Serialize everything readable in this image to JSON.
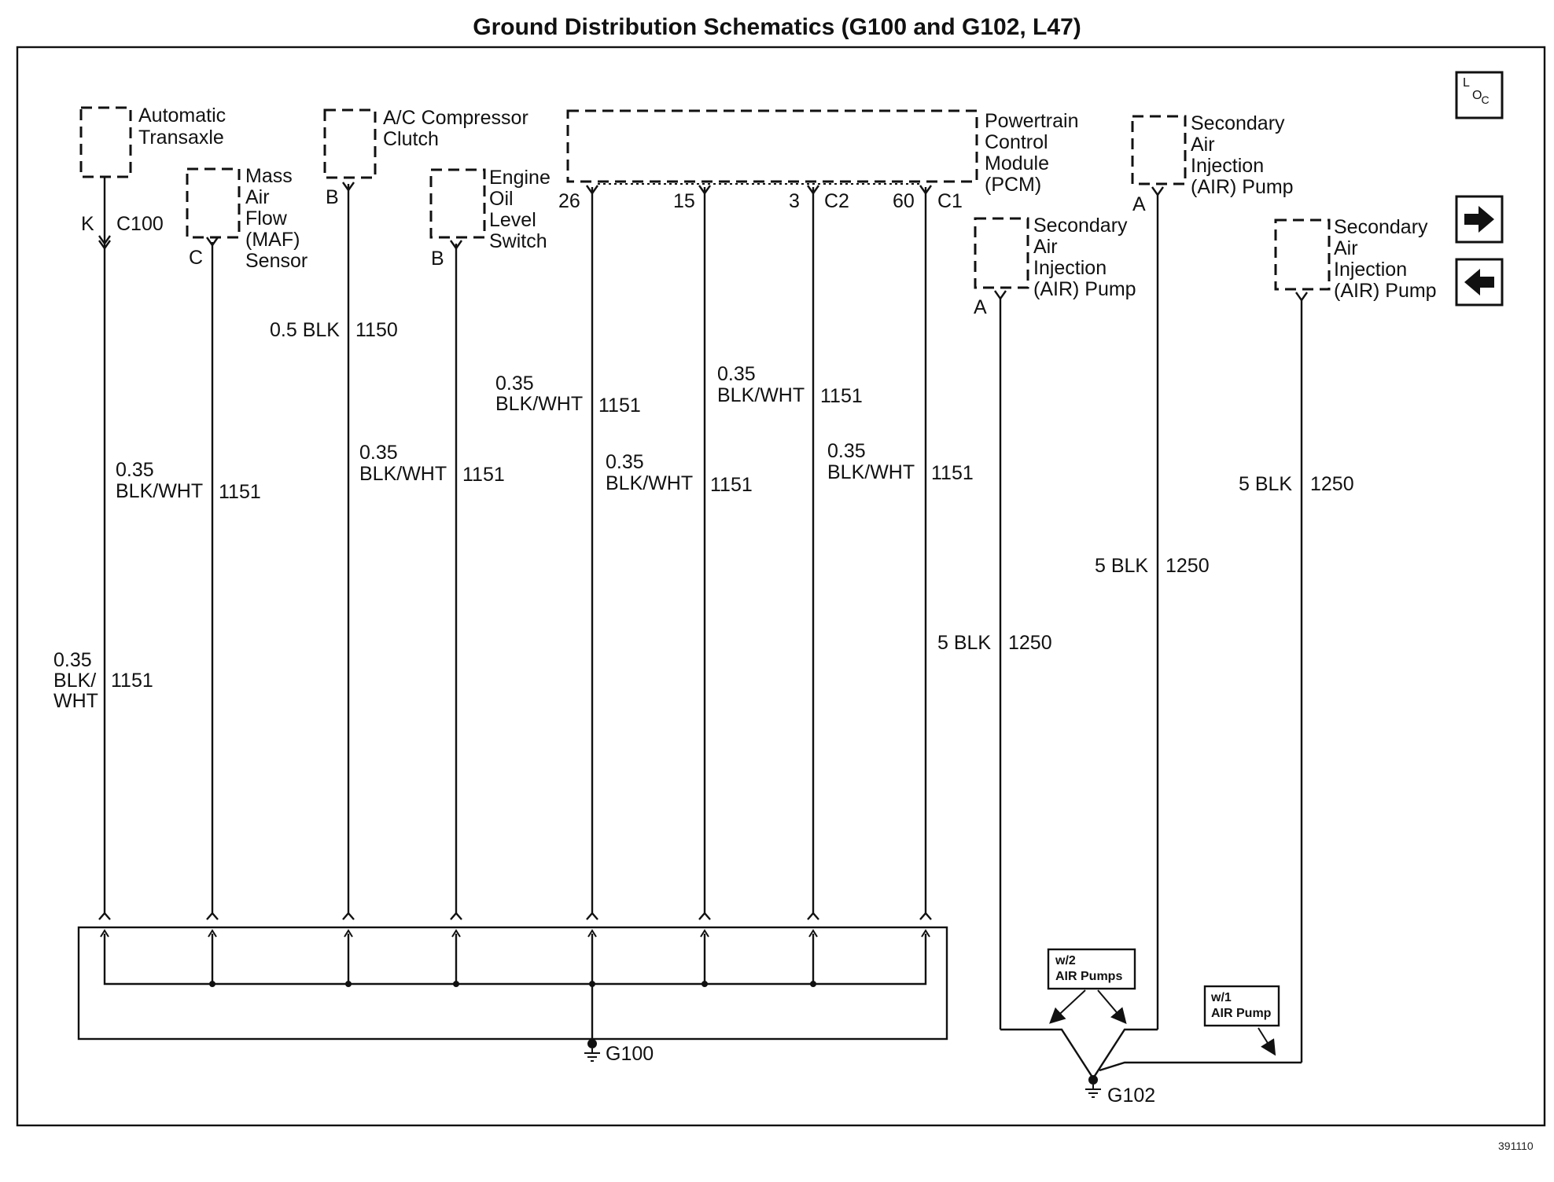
{
  "title": "Ground Distribution Schematics (G100 and G102, L47)",
  "figure_number": "391110",
  "nav": {
    "loc_top": "L",
    "loc_bottom": "OC"
  },
  "components": {
    "trans_l1": "Automatic",
    "trans_l2": "Transaxle",
    "maf_l1": "Mass",
    "maf_l2": "Air",
    "maf_l3": "Flow",
    "maf_l4": "(MAF)",
    "maf_l5": "Sensor",
    "ac_l1": "A/C Compressor",
    "ac_l2": "Clutch",
    "eol_l1": "Engine",
    "eol_l2": "Oil",
    "eol_l3": "Level",
    "eol_l4": "Switch",
    "pcm_l1": "Powertrain",
    "pcm_l2": "Control",
    "pcm_l3": "Module",
    "pcm_l4": "(PCM)",
    "air_l1": "Secondary",
    "air_l2": "Air",
    "air_l3": "Injection",
    "air_l4": "(AIR) Pump"
  },
  "pins": {
    "k": "K",
    "c100": "C100",
    "c": "C",
    "b": "B",
    "a": "A",
    "p26": "26",
    "p15": "15",
    "p3": "3",
    "c2": "C2",
    "p60": "60",
    "c1": "C1"
  },
  "wires": {
    "w035": "0.35",
    "blkwht": "BLK/WHT",
    "blk_slash": "BLK/",
    "wht": "WHT",
    "c1151": "1151",
    "blk05": "0.5 BLK",
    "c1150": "1150",
    "blk5": "5 BLK",
    "c1250": "1250"
  },
  "grounds": {
    "g100": "G100",
    "g102": "G102"
  },
  "notes": {
    "w2_l1": "w/2",
    "w2_l2": "AIR Pumps",
    "w1_l1": "w/1",
    "w1_l2": "AIR Pump"
  }
}
